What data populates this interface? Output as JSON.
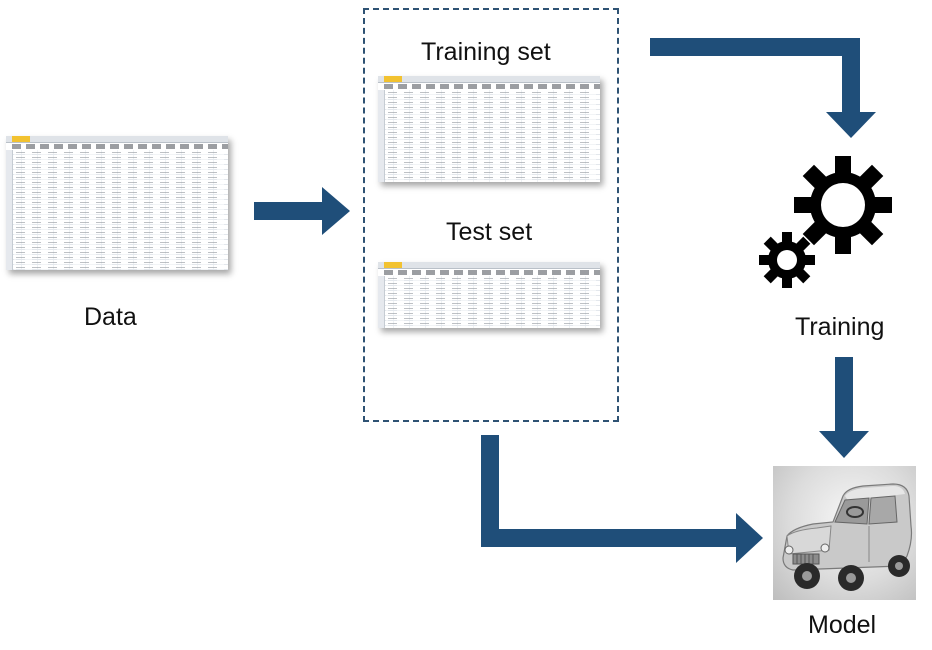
{
  "labels": {
    "data": "Data",
    "training_set": "Training set",
    "test_set": "Test set",
    "training": "Training",
    "model": "Model"
  },
  "colors": {
    "arrow": "#1f4e79",
    "dashed_border": "#2e5273",
    "gear": "#000000"
  },
  "icons": {
    "gears": "gears-icon",
    "car": "car-icon"
  }
}
